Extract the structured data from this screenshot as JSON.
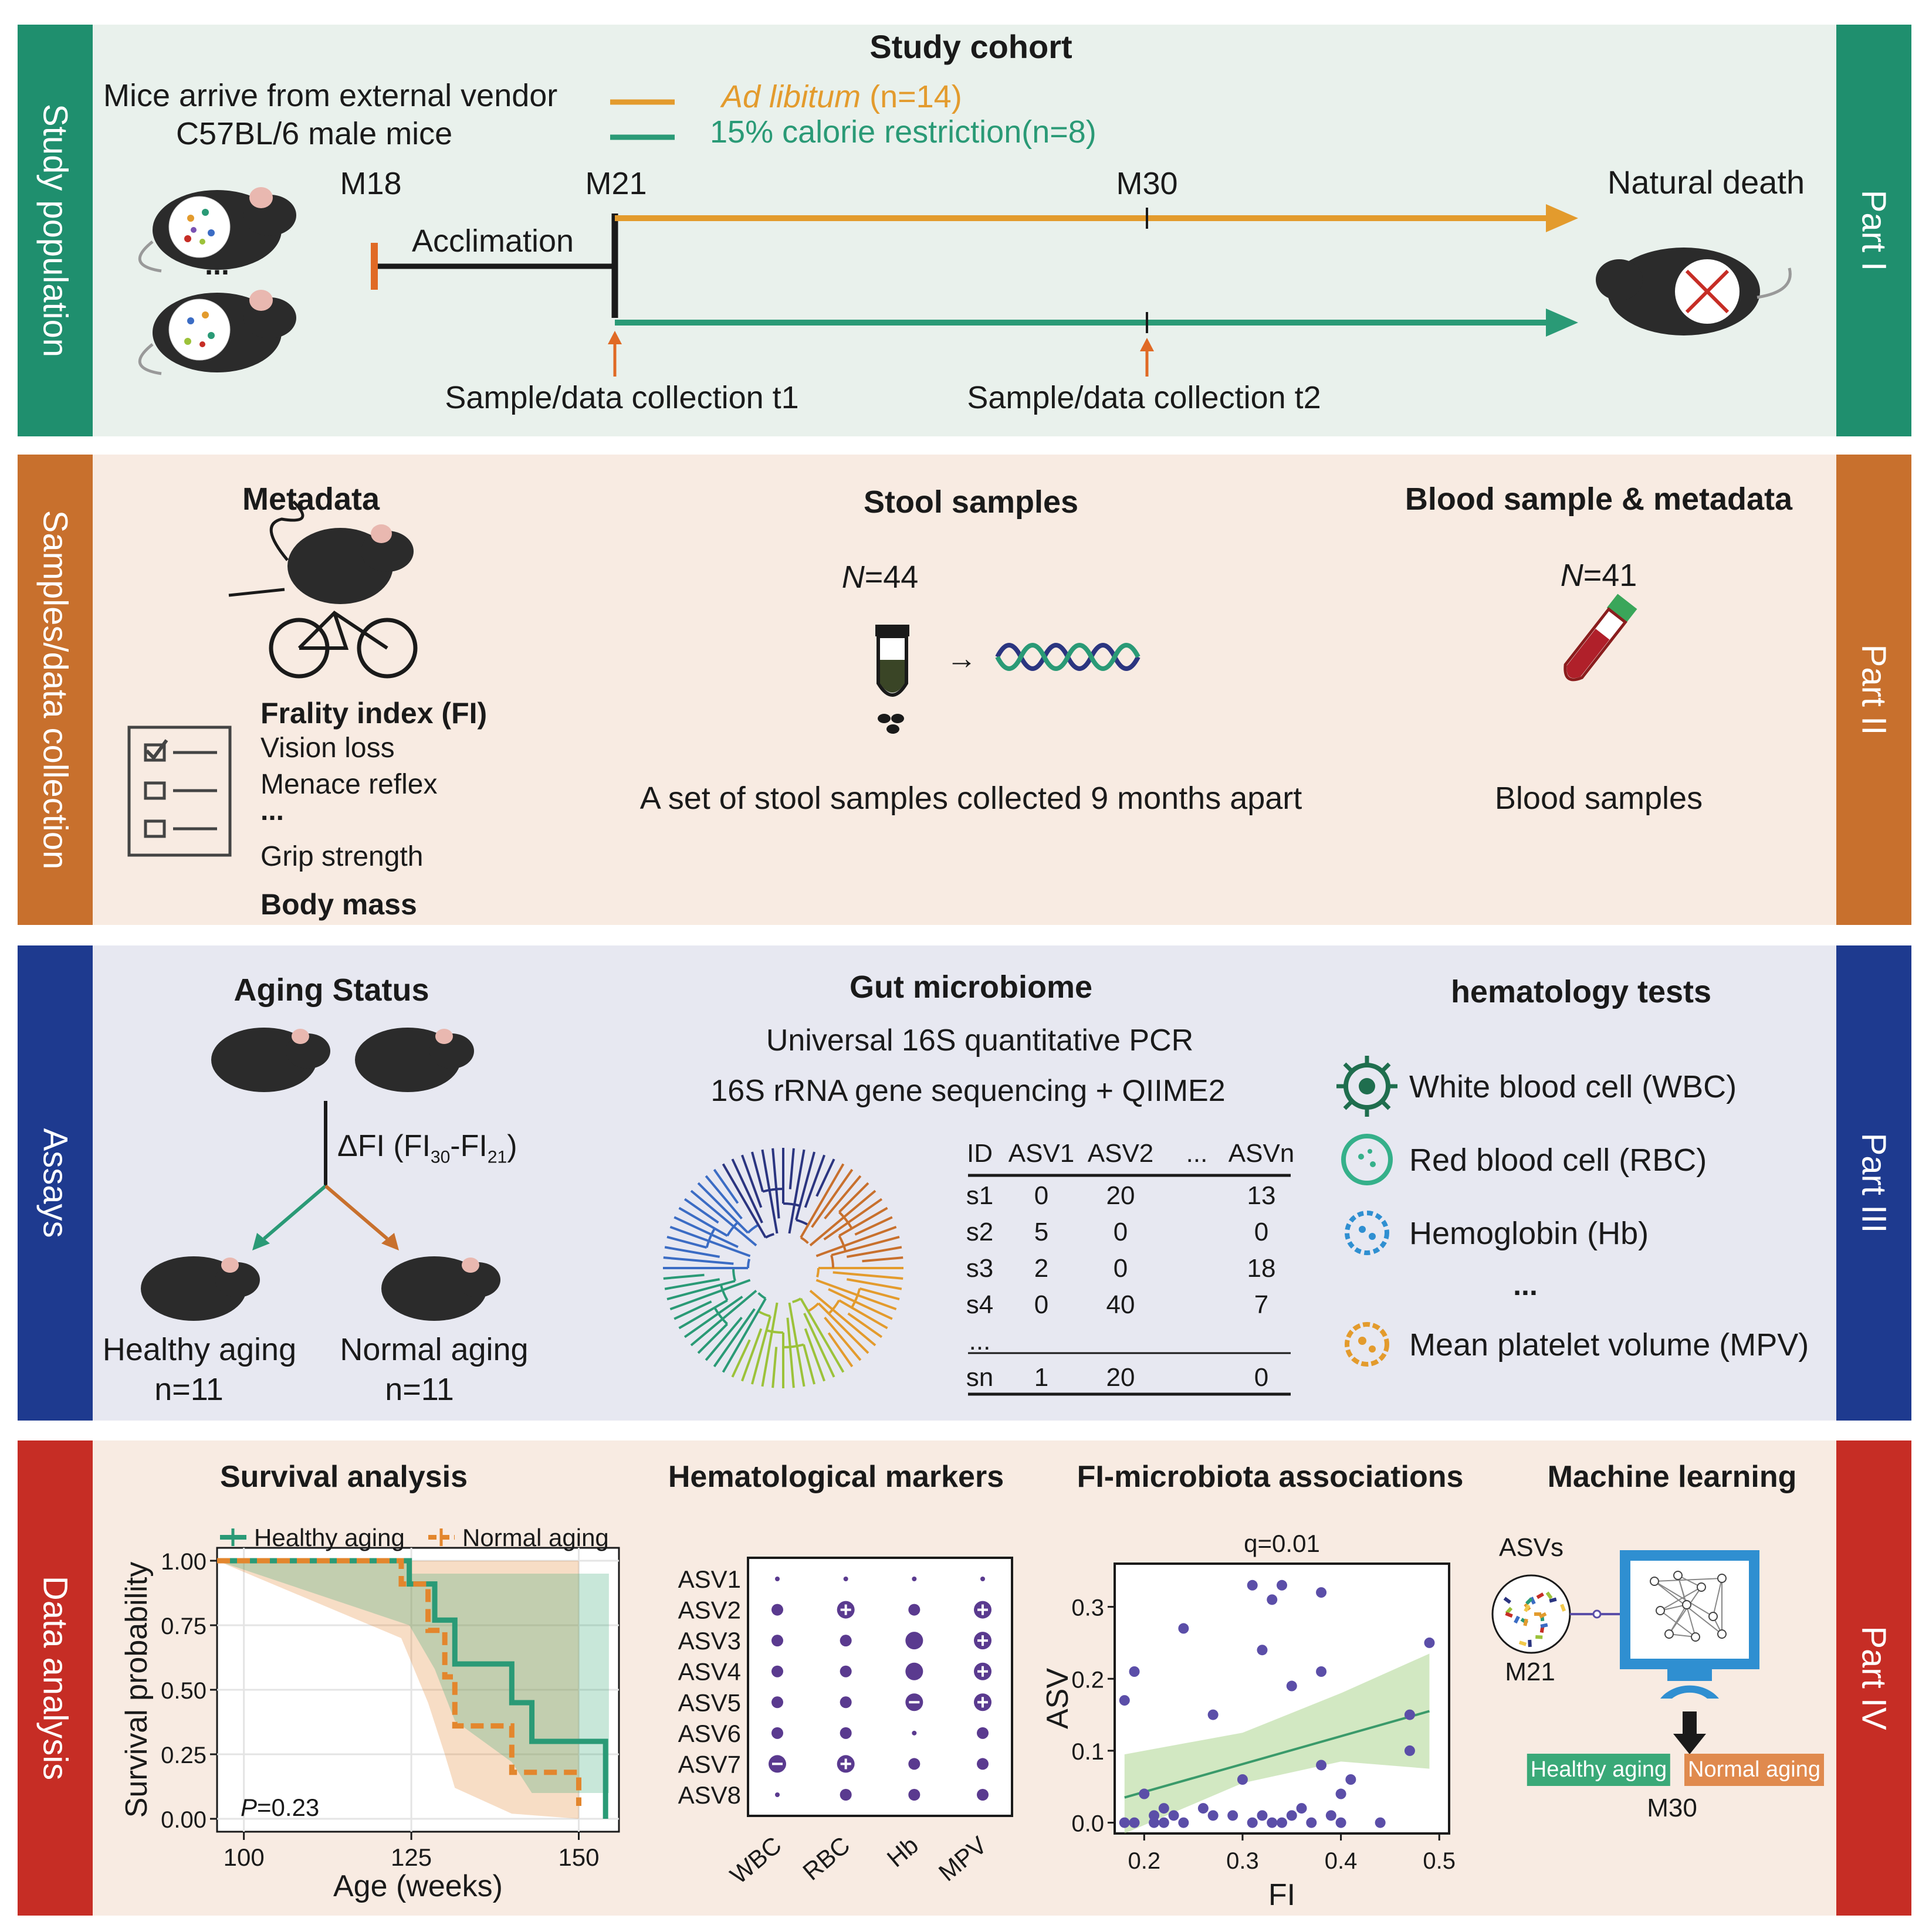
{
  "colors": {
    "part1": "#1f8f6e",
    "part2": "#c8702d",
    "part3": "#1e3a8f",
    "part4": "#c62d25",
    "part1_bg": "#e9f1ec",
    "part2_bg": "#f8ebe2",
    "part3_bg": "#e7e8f1",
    "part4_bg": "#f8ebe2",
    "ad_libitum": "#e39b2d",
    "calorie_restriction": "#2a9a76"
  },
  "part1": {
    "side_label": "Study population",
    "part_label": "Part I",
    "title": "Study cohort",
    "vendor_line1": "Mice arrive from external vendor",
    "vendor_line2": "C57BL/6 male mice",
    "legend_al_name": "Ad libitum",
    "legend_al_n": " (n=14)",
    "legend_cr": "15% calorie restriction(n=8)",
    "m18": "M18",
    "m21": "M21",
    "m30": "M30",
    "acclimation": "Acclimation",
    "ellipsis": "...",
    "natural_death": "Natural death",
    "collect_t1": "Sample/data collection t1",
    "collect_t2": "Sample/data collection t2"
  },
  "part2": {
    "side_label": "Samples/data collection",
    "part_label": "Part II",
    "metadata_title": "Metadata",
    "fi_title": "Frality index (FI)",
    "fi_items": [
      "Vision loss",
      "Menace reflex",
      "...",
      "Grip strength"
    ],
    "body_mass": "Body mass",
    "stool_title": "Stool samples",
    "stool_n_letter": "N",
    "stool_n_value": "=44",
    "arrow": "→",
    "stool_caption": "A set of stool samples collected 9 months apart",
    "blood_title": "Blood sample & metadata",
    "blood_n_letter": "N",
    "blood_n_value": "=41",
    "blood_caption": "Blood samples"
  },
  "part3": {
    "side_label": "Assays",
    "part_label": "Part III",
    "aging_title": "Aging Status",
    "delta_fi": "ΔFI (FI",
    "sub30": "30",
    "dash": "-FI",
    "sub21": "21",
    "close": ")",
    "healthy_label": "Healthy aging",
    "healthy_n": "n=11",
    "normal_label": "Normal aging",
    "normal_n": "n=11",
    "gut_title": "Gut microbiome",
    "gut_line1": "Universal 16S quantitative PCR",
    "gut_line2": "16S rRNA gene sequencing + QIIME2",
    "table_headers": [
      "ID",
      "ASV1",
      "ASV2",
      "...",
      "ASVn"
    ],
    "table_rows": [
      [
        "s1",
        "0",
        "20",
        "",
        "13"
      ],
      [
        "s2",
        "5",
        "0",
        "",
        "0"
      ],
      [
        "s3",
        "2",
        "0",
        "",
        "18"
      ],
      [
        "s4",
        "0",
        "40",
        "",
        "7"
      ],
      [
        "...",
        "",
        "",
        "",
        ""
      ],
      [
        "sn",
        "1",
        "20",
        "",
        "0"
      ]
    ],
    "hema_title": "hematology tests",
    "hema_items": [
      "White blood cell (WBC)",
      "Red blood cell (RBC)",
      "Hemoglobin (Hb)",
      "...",
      "Mean platelet volume (MPV)"
    ]
  },
  "part4": {
    "side_label": "Data analysis",
    "part_label": "Part IV",
    "survival_title": "Survival analysis",
    "hema_title": "Hematological markers",
    "assoc_title": "FI-microbiota associations",
    "ml_title": "Machine learning",
    "ml_asvs": "ASVs",
    "ml_m21": "M21",
    "ml_m30": "M30",
    "ml_healthy": "Healthy aging",
    "ml_normal": "Normal aging"
  },
  "chart_data": [
    {
      "type": "line",
      "title": "Survival analysis",
      "xlabel": "Age (weeks)",
      "ylabel": "Survival probability",
      "xlim": [
        96,
        156
      ],
      "ylim": [
        0,
        1.0
      ],
      "xticks": [
        100,
        125,
        150
      ],
      "yticks": [
        0.0,
        0.25,
        0.5,
        0.75,
        1.0
      ],
      "ytick_labels": [
        "0.00",
        "0.25",
        "0.50",
        "0.75",
        "1.00"
      ],
      "annotation_p": "P",
      "annotation_value": "=0.23",
      "legend": "top",
      "series": [
        {
          "name": "Healthy aging",
          "color": "#2a9a76",
          "steps": [
            [
              96,
              1.0
            ],
            [
              124.7,
              1.0
            ],
            [
              124.7,
              0.91
            ],
            [
              128.5,
              0.91
            ],
            [
              128.5,
              0.77
            ],
            [
              131.5,
              0.77
            ],
            [
              131.5,
              0.6
            ],
            [
              140,
              0.6
            ],
            [
              140,
              0.45
            ],
            [
              143,
              0.45
            ],
            [
              143,
              0.3
            ],
            [
              154,
              0.3
            ],
            [
              154,
              0.0
            ]
          ],
          "ci_upper": [
            [
              96,
              1.0
            ],
            [
              124.7,
              1.0
            ],
            [
              124.7,
              0.95
            ],
            [
              154.5,
              0.95
            ]
          ],
          "ci_lower": [
            [
              124.7,
              0.75
            ],
            [
              128.5,
              0.58
            ],
            [
              131.5,
              0.38
            ],
            [
              140,
              0.22
            ],
            [
              143,
              0.1
            ],
            [
              154.5,
              0.1
            ]
          ]
        },
        {
          "name": "Normal aging",
          "color": "#e3862d",
          "steps": [
            [
              96,
              1.0
            ],
            [
              123.5,
              1.0
            ],
            [
              123.5,
              0.91
            ],
            [
              127.5,
              0.91
            ],
            [
              127.5,
              0.73
            ],
            [
              130,
              0.73
            ],
            [
              130,
              0.55
            ],
            [
              131.5,
              0.55
            ],
            [
              131.5,
              0.36
            ],
            [
              140,
              0.36
            ],
            [
              140,
              0.18
            ],
            [
              150,
              0.18
            ],
            [
              150,
              0.05
            ]
          ],
          "ci_upper": [
            [
              96,
              1.0
            ],
            [
              123.5,
              1.0
            ],
            [
              140,
              1.0
            ],
            [
              150,
              1.0
            ]
          ],
          "ci_lower": [
            [
              123.5,
              0.7
            ],
            [
              127.5,
              0.45
            ],
            [
              130,
              0.25
            ],
            [
              131.5,
              0.12
            ],
            [
              140,
              0.02
            ],
            [
              150,
              0.0
            ]
          ]
        }
      ]
    },
    {
      "type": "scatter",
      "title": "Hematological markers",
      "categories_x": [
        "WBC",
        "RBC",
        "Hb",
        "MPV"
      ],
      "categories_y": [
        "ASV1",
        "ASV2",
        "ASV3",
        "ASV4",
        "ASV5",
        "ASV6",
        "ASV7",
        "ASV8"
      ],
      "sizes": [
        [
          1,
          1,
          1,
          1
        ],
        [
          2,
          3,
          2,
          3
        ],
        [
          2,
          2,
          3,
          3
        ],
        [
          2,
          2,
          3,
          3
        ],
        [
          2,
          2,
          3,
          3
        ],
        [
          2,
          2,
          1,
          2
        ],
        [
          3,
          3,
          2,
          2
        ],
        [
          1,
          2,
          2,
          2
        ]
      ],
      "signs": [
        [
          "",
          "",
          "",
          ""
        ],
        [
          "",
          "+",
          "",
          "+"
        ],
        [
          "",
          "",
          "",
          "+"
        ],
        [
          "",
          "",
          "",
          "+"
        ],
        [
          "",
          "",
          "-",
          "+"
        ],
        [
          "",
          "",
          "",
          ""
        ],
        [
          "-",
          "+",
          "",
          ""
        ],
        [
          "",
          "",
          "",
          ""
        ]
      ]
    },
    {
      "type": "scatter",
      "title": "FI-microbiota associations",
      "annotation": "q=0.01",
      "xlabel": "FI",
      "ylabel": "ASV",
      "xlim": [
        0.17,
        0.51
      ],
      "ylim": [
        -0.015,
        0.36
      ],
      "xticks": [
        0.2,
        0.3,
        0.4,
        0.5
      ],
      "xtick_labels": [
        "0.2",
        "0.3",
        "0.4",
        "0.5"
      ],
      "yticks": [
        0.0,
        0.1,
        0.2,
        0.3
      ],
      "ytick_labels": [
        "0.0",
        "0.1",
        "0.2",
        "0.3"
      ],
      "points": [
        [
          0.18,
          0.17
        ],
        [
          0.19,
          0.21
        ],
        [
          0.2,
          0.04
        ],
        [
          0.24,
          0.27
        ],
        [
          0.27,
          0.15
        ],
        [
          0.31,
          0.33
        ],
        [
          0.34,
          0.33
        ],
        [
          0.32,
          0.24
        ],
        [
          0.33,
          0.31
        ],
        [
          0.35,
          0.19
        ],
        [
          0.38,
          0.32
        ],
        [
          0.38,
          0.21
        ],
        [
          0.38,
          0.08
        ],
        [
          0.49,
          0.25
        ],
        [
          0.47,
          0.15
        ],
        [
          0.47,
          0.1
        ],
        [
          0.3,
          0.06
        ],
        [
          0.41,
          0.06
        ],
        [
          0.4,
          0.04
        ],
        [
          0.18,
          0.0
        ],
        [
          0.19,
          0.0
        ],
        [
          0.21,
          0.01
        ],
        [
          0.22,
          0.0
        ],
        [
          0.23,
          0.01
        ],
        [
          0.24,
          0.0
        ],
        [
          0.26,
          0.02
        ],
        [
          0.27,
          0.01
        ],
        [
          0.29,
          0.01
        ],
        [
          0.31,
          0.0
        ],
        [
          0.32,
          0.01
        ],
        [
          0.33,
          0.0
        ],
        [
          0.34,
          0.0
        ],
        [
          0.35,
          0.01
        ],
        [
          0.36,
          0.02
        ],
        [
          0.37,
          0.0
        ],
        [
          0.39,
          0.01
        ],
        [
          0.4,
          0.0
        ],
        [
          0.44,
          0.0
        ],
        [
          0.21,
          0.0
        ],
        [
          0.22,
          0.02
        ]
      ],
      "fit": [
        [
          0.18,
          0.035
        ],
        [
          0.49,
          0.155
        ]
      ],
      "ci_upper": [
        [
          0.18,
          0.095
        ],
        [
          0.3,
          0.125
        ],
        [
          0.4,
          0.18
        ],
        [
          0.49,
          0.235
        ]
      ],
      "ci_lower": [
        [
          0.18,
          -0.015
        ],
        [
          0.3,
          0.055
        ],
        [
          0.4,
          0.085
        ],
        [
          0.49,
          0.075
        ]
      ]
    }
  ]
}
